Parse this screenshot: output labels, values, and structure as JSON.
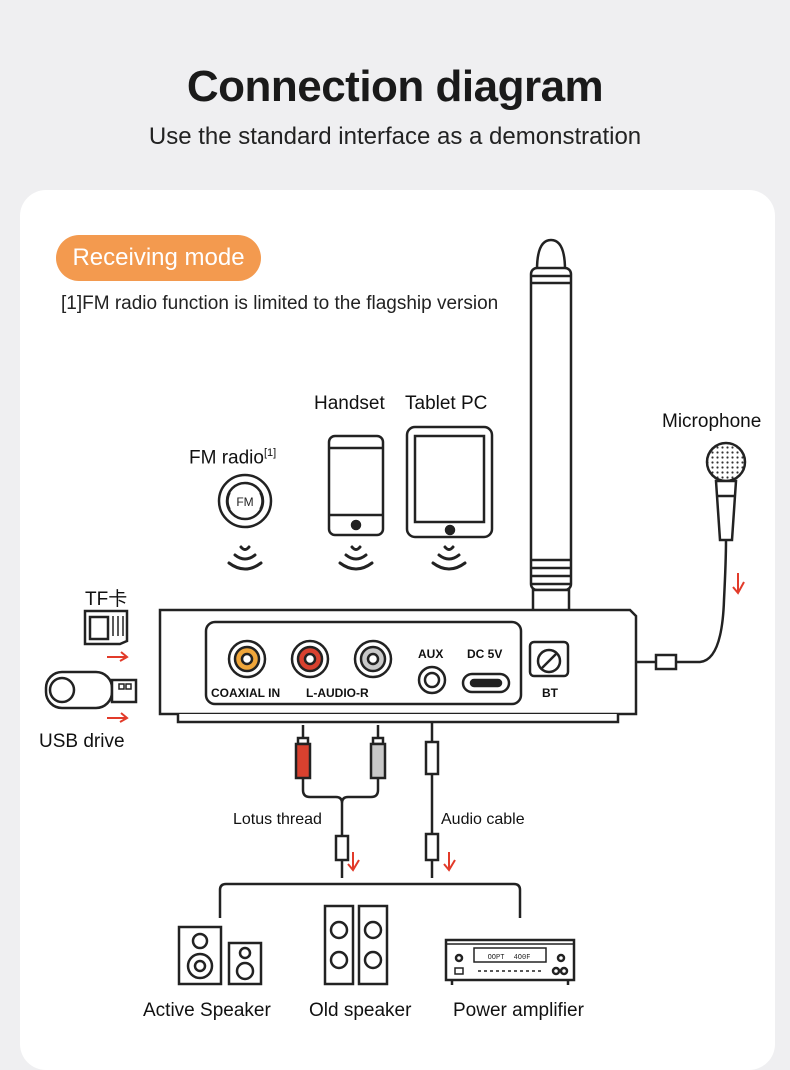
{
  "header": {
    "title": "Connection diagram",
    "subtitle": "Use the standard interface as a demonstration"
  },
  "mode_badge": "Receiving mode",
  "footnote": {
    "marker": "[1]",
    "text": "FM radio function is limited to the flagship version"
  },
  "sources": {
    "fm_radio": "FM radio",
    "fm_marker": "[1]",
    "fm_logo": "FM",
    "handset": "Handset",
    "tablet": "Tablet PC",
    "microphone": "Microphone",
    "tf_card": "TF卡",
    "usb_drive": "USB drive"
  },
  "device_ports": {
    "coaxial": "COAXIAL IN",
    "l_audio_r": "L-AUDIO-R",
    "aux": "AUX",
    "dc": "DC 5V",
    "bt": "BT"
  },
  "cables": {
    "lotus": "Lotus thread",
    "audio": "Audio cable"
  },
  "outputs": {
    "active_speaker": "Active Speaker",
    "old_speaker": "Old speaker",
    "power_amplifier": "Power amplifier",
    "amp_display_left": "OOPT",
    "amp_display_right": "4O0F"
  },
  "colors": {
    "accent": "#f39a4f",
    "arrow": "#e23b2a",
    "rca_yellow": "#f0a63a",
    "rca_red": "#d8412f",
    "rca_white": "#c8c8c8"
  }
}
